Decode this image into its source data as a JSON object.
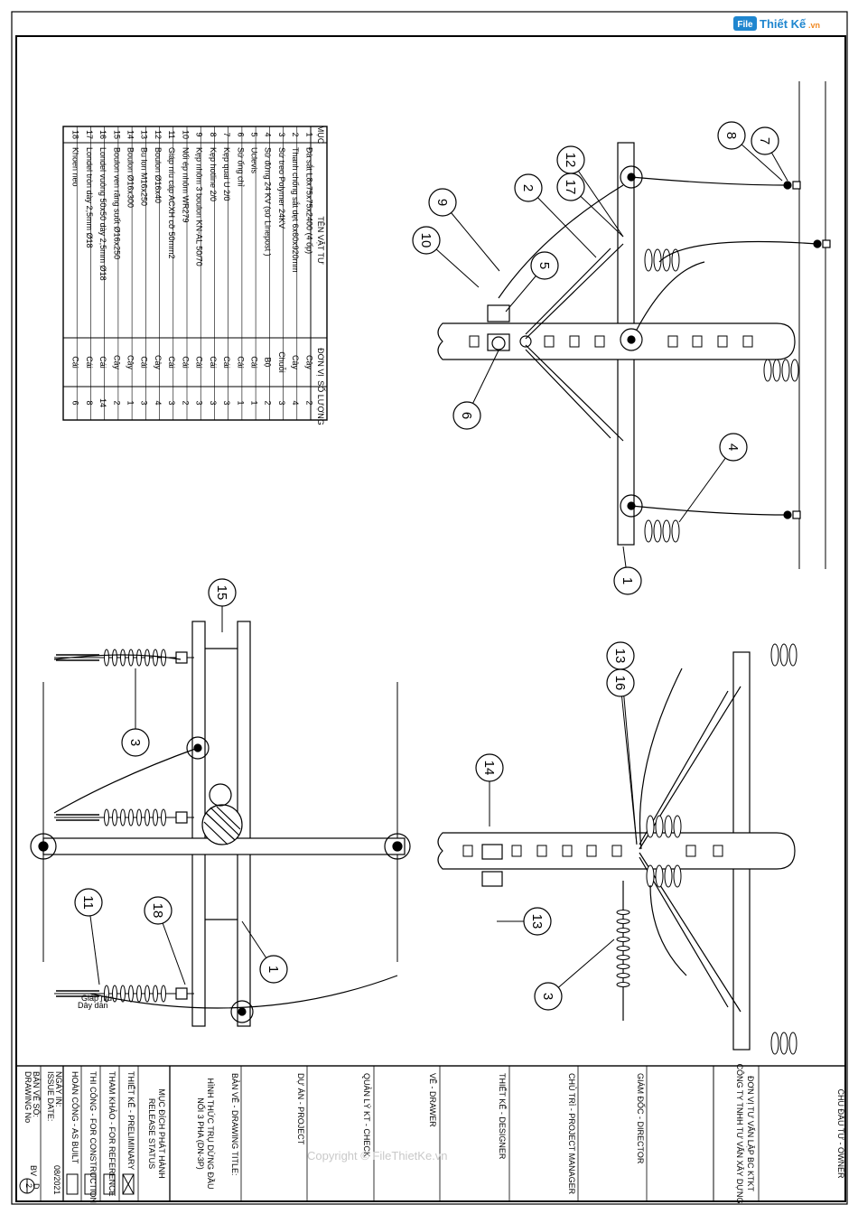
{
  "logo": {
    "icon_text": "File",
    "text": "Thiết Kế",
    "suffix": ".vn"
  },
  "watermark": "Copyright © FileThietKe.vn",
  "material_table": {
    "headers": [
      "MỤC",
      "TÊN VẬT TƯ",
      "ĐƠN VỊ",
      "SỐ LƯỢNG"
    ],
    "rows": [
      [
        "1",
        "Đà sắt L8x75x75x2400 (4 ốp)",
        "Cây",
        "2"
      ],
      [
        "2",
        "Thanh chống sắt dẹt 6x60x920mm",
        "Cây",
        "4"
      ],
      [
        "3",
        "Sứ treo Polymer 24KV",
        "Chuỗi",
        "3"
      ],
      [
        "4",
        "Sứ đứng 24 KV (sứ Linepost )",
        "Bộ",
        "2"
      ],
      [
        "5",
        "Uclevis",
        "Cái",
        "1"
      ],
      [
        "6",
        "Sứ ống chỉ",
        "Cái",
        "1"
      ],
      [
        "7",
        "Kẹp quai U 2/0",
        "Cái",
        "3"
      ],
      [
        "8",
        "Kẹp hotline 2/0",
        "Cái",
        "3"
      ],
      [
        "9",
        "Kẹp nhôm 3 boulon KN-AL 50/70",
        "Cái",
        "3"
      ],
      [
        "10",
        "Nối ép nhôm WR279",
        "Cái",
        "2"
      ],
      [
        "11",
        "Giáp níu cáp ACXH cỡ 50mm2",
        "Cái",
        "3"
      ],
      [
        "12",
        "Boulon Ø16x40",
        "Cây",
        "4"
      ],
      [
        "13",
        "Bu lon M16x250",
        "Cái",
        "3"
      ],
      [
        "14",
        "Boulon Ø16x300",
        "Cây",
        "1"
      ],
      [
        "15",
        "Boulon ven răng suốt Ø16x250",
        "Cây",
        "2"
      ],
      [
        "16",
        "Londel vuông 50x50 dày 2,5mm Ø18",
        "Cái",
        "14"
      ],
      [
        "17",
        "Londel tròn dày 2,5mm Ø18",
        "Cái",
        "8"
      ],
      [
        "18",
        "Khoen neo",
        "Cái",
        "6"
      ]
    ]
  },
  "balloons": {
    "top_view": [
      "1",
      "2",
      "4",
      "5",
      "6",
      "7",
      "8",
      "9",
      "10",
      "12",
      "17"
    ],
    "side_view": [
      "13",
      "16",
      "14",
      "13",
      "3"
    ],
    "plan_view": [
      "15",
      "3",
      "18",
      "11",
      "1"
    ]
  },
  "plan_view_notes": [
    "Giáp níu",
    "Dây dẫn"
  ],
  "title_block": {
    "owner": "CHỦ ĐẦU TƯ - OWNER",
    "consultant_unit": "ĐƠN VỊ TƯ VẤN LẬP BC KTKT",
    "consultant_company": "CÔNG TY TNHH TƯ VẤN XÂY DỰNG",
    "director": "GIÁM ĐỐC - DIRECTOR",
    "project_manager": "CHỦ TRÌ - PROJECT MANAGER",
    "designer": "THIẾT KẾ - DESIGNER",
    "drawer": "VẼ - DRAWER",
    "checker": "QUẢN LÝ KT - CHECK",
    "project": "DỰ ÁN - PROJECT",
    "drawing_title_label": "BẢN VẼ - DRAWING TITLE:",
    "drawing_title_1": "HÌNH THỨC TRỤ DỪNG ĐẦU",
    "drawing_title_2": "NỐI 3 PHA (DN-3P)",
    "release_purpose": "MỤC ĐÍCH PHÁT HÀNH",
    "release_status": "RELEASE STATUS",
    "statuses": [
      "THIẾT KẾ - PRELIMINARY",
      "THAM KHẢO - FOR REFERENCE",
      "THI CÔNG - FOR CONSTRUCTION",
      "HOÀN CÔNG - AS BUILT"
    ],
    "issue_label_1": "NGÀY IN:",
    "issue_label_2": "ISSUE DATE:",
    "issue_date": "08/2021",
    "drawing_no_label_1": "BẢN VẼ SỐ:",
    "drawing_no_label_2": "DRAWING No",
    "drawing_code": "BV",
    "drawing_letter": "D",
    "drawing_number": "2"
  },
  "colors": {
    "line": "#000000",
    "logo_blue": "#1f86cf",
    "logo_orange": "#f08a24",
    "watermark": "#c9c9c9"
  }
}
